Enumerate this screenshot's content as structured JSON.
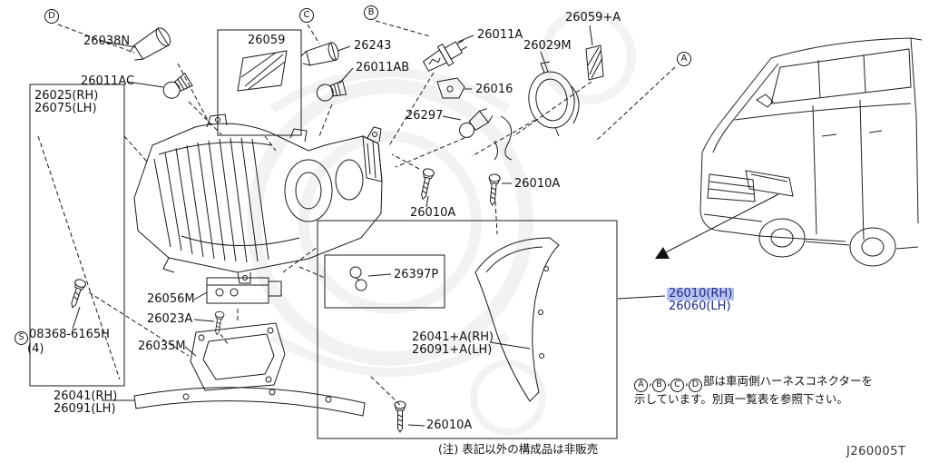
{
  "colors": {
    "highlight_bg": "#b7c1ef",
    "highlight_text": "#1c2c86",
    "line": "#1a1a1a"
  },
  "refs": {
    "A": "A",
    "B": "B",
    "C": "C",
    "D": "D",
    "S": "S"
  },
  "parts": {
    "p26038N": "26038N",
    "p26011AC": "26011AC",
    "p26025rh": "26025(RH)",
    "p26075lh": "26075(LH)",
    "p26059": "26059",
    "p26243": "26243",
    "p26011AB": "26011AB",
    "p26011A": "26011A",
    "p26016": "26016",
    "p26297": "26297",
    "p26029M": "26029M",
    "p26059A": "26059+A",
    "p26010A": "26010A",
    "p26397P": "26397P",
    "p26056M": "26056M",
    "p26023A": "26023A",
    "p08368": "08368-6165H",
    "p08368qty": "(4)",
    "p26035M": "26035M",
    "p26041rh": "26041(RH)",
    "p26091lh": "26091(LH)",
    "p26041Arh": "26041+A(RH)",
    "p26091Alh": "26091+A(LH)",
    "p26010rh": "26010(RH)",
    "p26060lh": "26060(LH)"
  },
  "notes": {
    "comma": ",",
    "refs": [
      "A",
      "B",
      "C",
      "D"
    ],
    "line1": "部は車両側ハーネスコネクターを",
    "line2": "示しています。別頁一覧表を参照下さい。",
    "footnote": "(注) 表記以外の構成品は非販売"
  },
  "drawing_code": "J260005T"
}
